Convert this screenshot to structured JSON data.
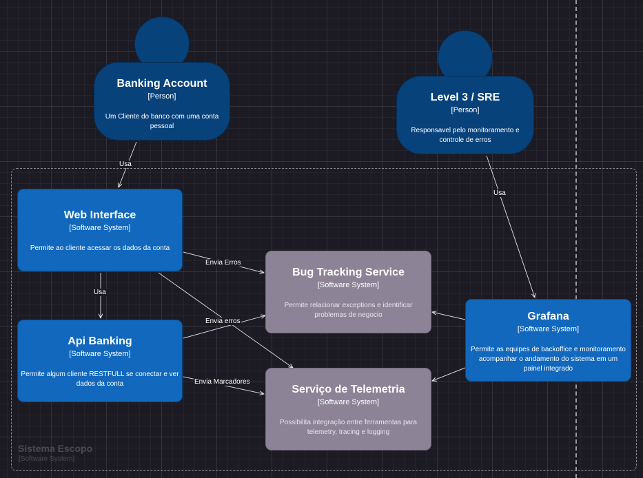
{
  "boundary": {
    "title": "Sistema Escopo",
    "type": "[Software System]"
  },
  "nodes": {
    "banking_account": {
      "title": "Banking Account",
      "type": "[Person]",
      "desc": "Um Cliente do banco com uma conta pessoal"
    },
    "sre": {
      "title": "Level 3 / SRE",
      "type": "[Person]",
      "desc": "Responsavel pelo monitoramento e controle de erros"
    },
    "web_interface": {
      "title": "Web Interface",
      "type": "[Software System]",
      "desc": "Permite ao cliente acessar os dados da conta"
    },
    "api_banking": {
      "title": "Api Banking",
      "type": "[Software System]",
      "desc": "Permite algum cliente RESTFULL se conectar e ver dados da conta"
    },
    "bug_tracking": {
      "title": "Bug Tracking Service",
      "type": "[Software System]",
      "desc": "Permite relacionar exceptions e identificar problemas de negocio"
    },
    "telemetria": {
      "title": "Serviço de Telemetria",
      "type": "[Software System]",
      "desc": "Possibilita integração entre ferramentas para telemetry, tracing e logging"
    },
    "grafana": {
      "title": "Grafana",
      "type": "[Software System]",
      "desc": "Permite as equipes de backoffice e monitoramento acompanhar o andamento do sistema em um painel integrado"
    }
  },
  "edges": [
    {
      "from": "banking_account",
      "to": "web_interface",
      "label": "Usa"
    },
    {
      "from": "sre",
      "to": "grafana",
      "label": "Usa"
    },
    {
      "from": "web_interface",
      "to": "api_banking",
      "label": "Usa"
    },
    {
      "from": "web_interface",
      "to": "bug_tracking",
      "label": "Envia Erros"
    },
    {
      "from": "web_interface",
      "to": "telemetria",
      "label": ""
    },
    {
      "from": "api_banking",
      "to": "bug_tracking",
      "label": "Envia erros"
    },
    {
      "from": "api_banking",
      "to": "telemetria",
      "label": "Envia Marcadores"
    },
    {
      "from": "grafana",
      "to": "bug_tracking",
      "label": ""
    },
    {
      "from": "grafana",
      "to": "telemetria",
      "label": ""
    }
  ],
  "colors": {
    "person": "#08427b",
    "software_system": "#1168bd",
    "external_system": "#8c8496",
    "background": "#1c1a22"
  }
}
